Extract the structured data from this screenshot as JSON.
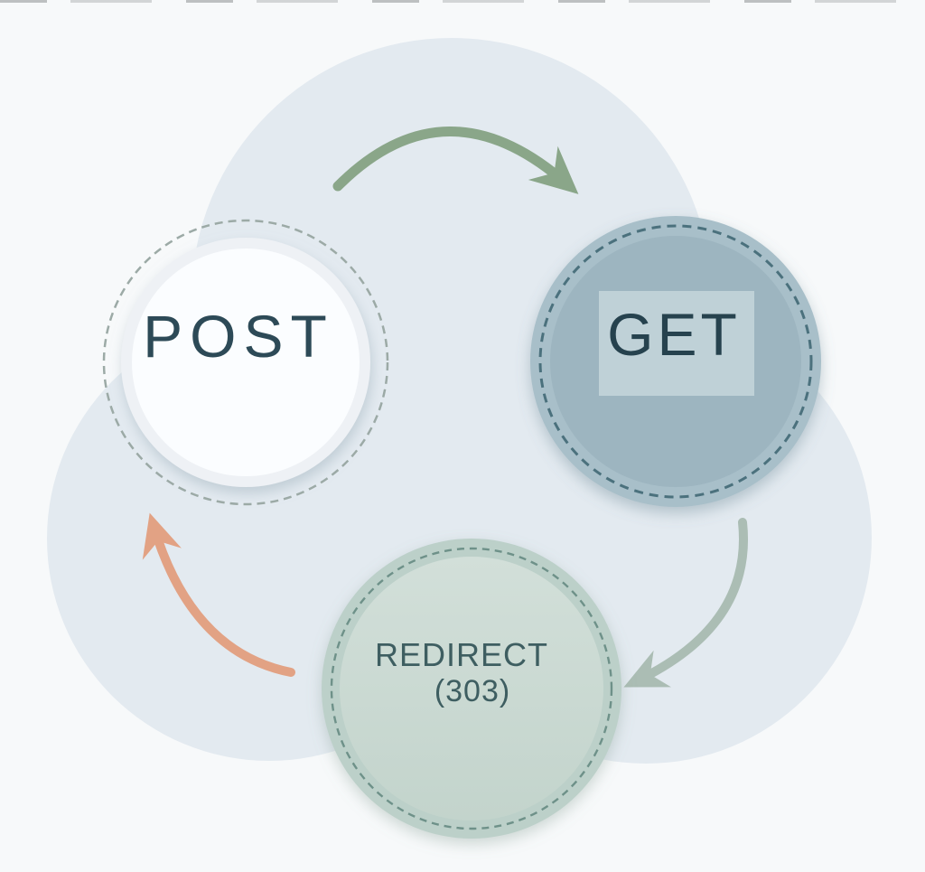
{
  "canvas": {
    "background_color": "#f7f9fa",
    "cloud_color": "#e3eaf0"
  },
  "nodes": {
    "post": {
      "label": "POST",
      "fill": "#fbfdff",
      "rim_color": "#eef1f5",
      "dash_color": "#9caaa6",
      "text_color": "#2d4a57"
    },
    "get": {
      "label": "GET",
      "fill": "#a8bfc9",
      "inner_fill": "#9db5c0",
      "highlight_fill": "#bfd1d7",
      "dash_color": "#4b717d",
      "text_color": "#26424e"
    },
    "redirect": {
      "label": "REDIRECT",
      "sublabel": "(303)",
      "fill": "#bcd0c9",
      "inner_fill_top": "#d2dfd9",
      "inner_fill_bottom": "#c3d4cc",
      "dash_color": "#6e9189",
      "text_color": "#3e5e61"
    }
  },
  "arrows": {
    "post_to_get": {
      "color": "#8aa689"
    },
    "get_to_redirect": {
      "color": "#abbdb4"
    },
    "redirect_to_post": {
      "color": "#e2a284"
    }
  }
}
